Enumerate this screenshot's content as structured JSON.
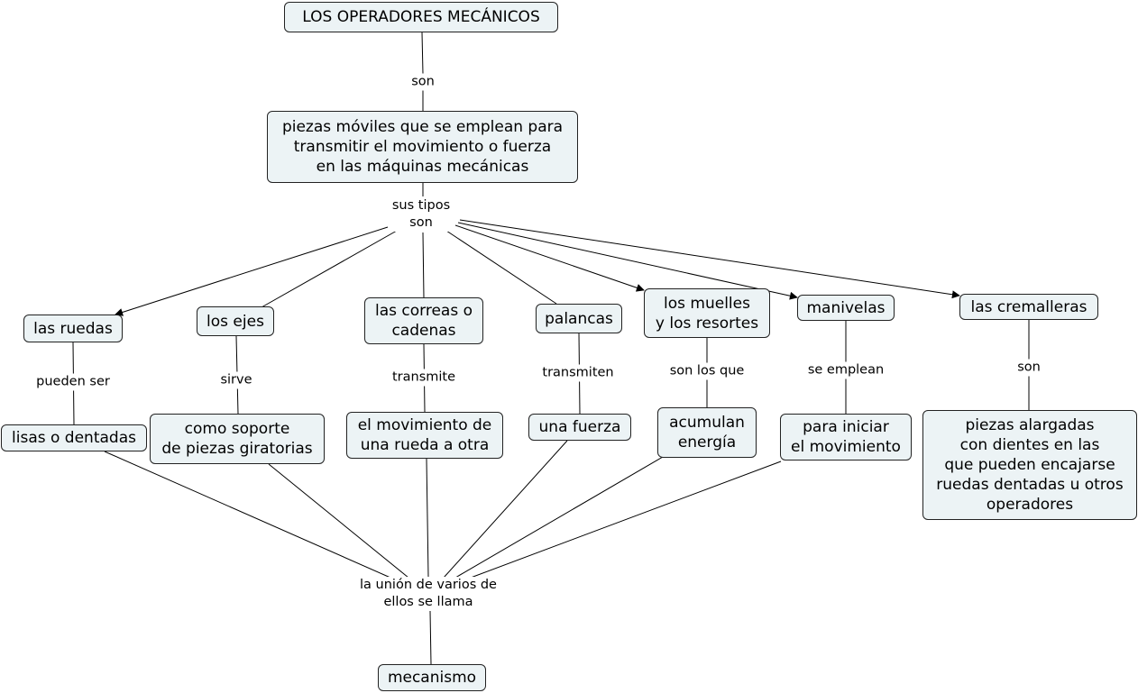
{
  "concepts": {
    "root": "LOS OPERADORES MECÁNICOS",
    "definition": "piezas móviles que se emplean para\ntransmitir el movimiento o fuerza\nen las máquinas mecánicas",
    "ruedas": "las ruedas",
    "ejes": "los ejes",
    "correas": "las correas o\ncadenas",
    "palancas": "palancas",
    "muelles": "los muelles\ny los resortes",
    "manivelas": "manivelas",
    "cremalleras": "las cremalleras",
    "lisas": "lisas o dentadas",
    "soporte": "como soporte\nde piezas giratorias",
    "movimiento": "el movimiento de\nuna rueda a otra",
    "fuerza": "una fuerza",
    "acumulan": "acumulan\nenergía",
    "iniciar": "para iniciar\nel movimiento",
    "alargadas": "piezas alargadas\ncon dientes en las\nque pueden encajarse\nruedas dentadas u otros\noperadores",
    "mecanismo": "mecanismo"
  },
  "phrases": {
    "son1": "son",
    "sus_tipos": "sus tipos\nson",
    "pueden_ser": "pueden ser",
    "sirve": "sirve",
    "transmite": "transmite",
    "transmiten": "transmiten",
    "son_los_que": "son los que",
    "se_emplean": "se emplean",
    "son2": "son",
    "union": "la unión de varios de\nellos se llama"
  },
  "colors": {
    "node_fill": "#ecf3f5",
    "node_border": "#222222",
    "line": "#000000"
  }
}
